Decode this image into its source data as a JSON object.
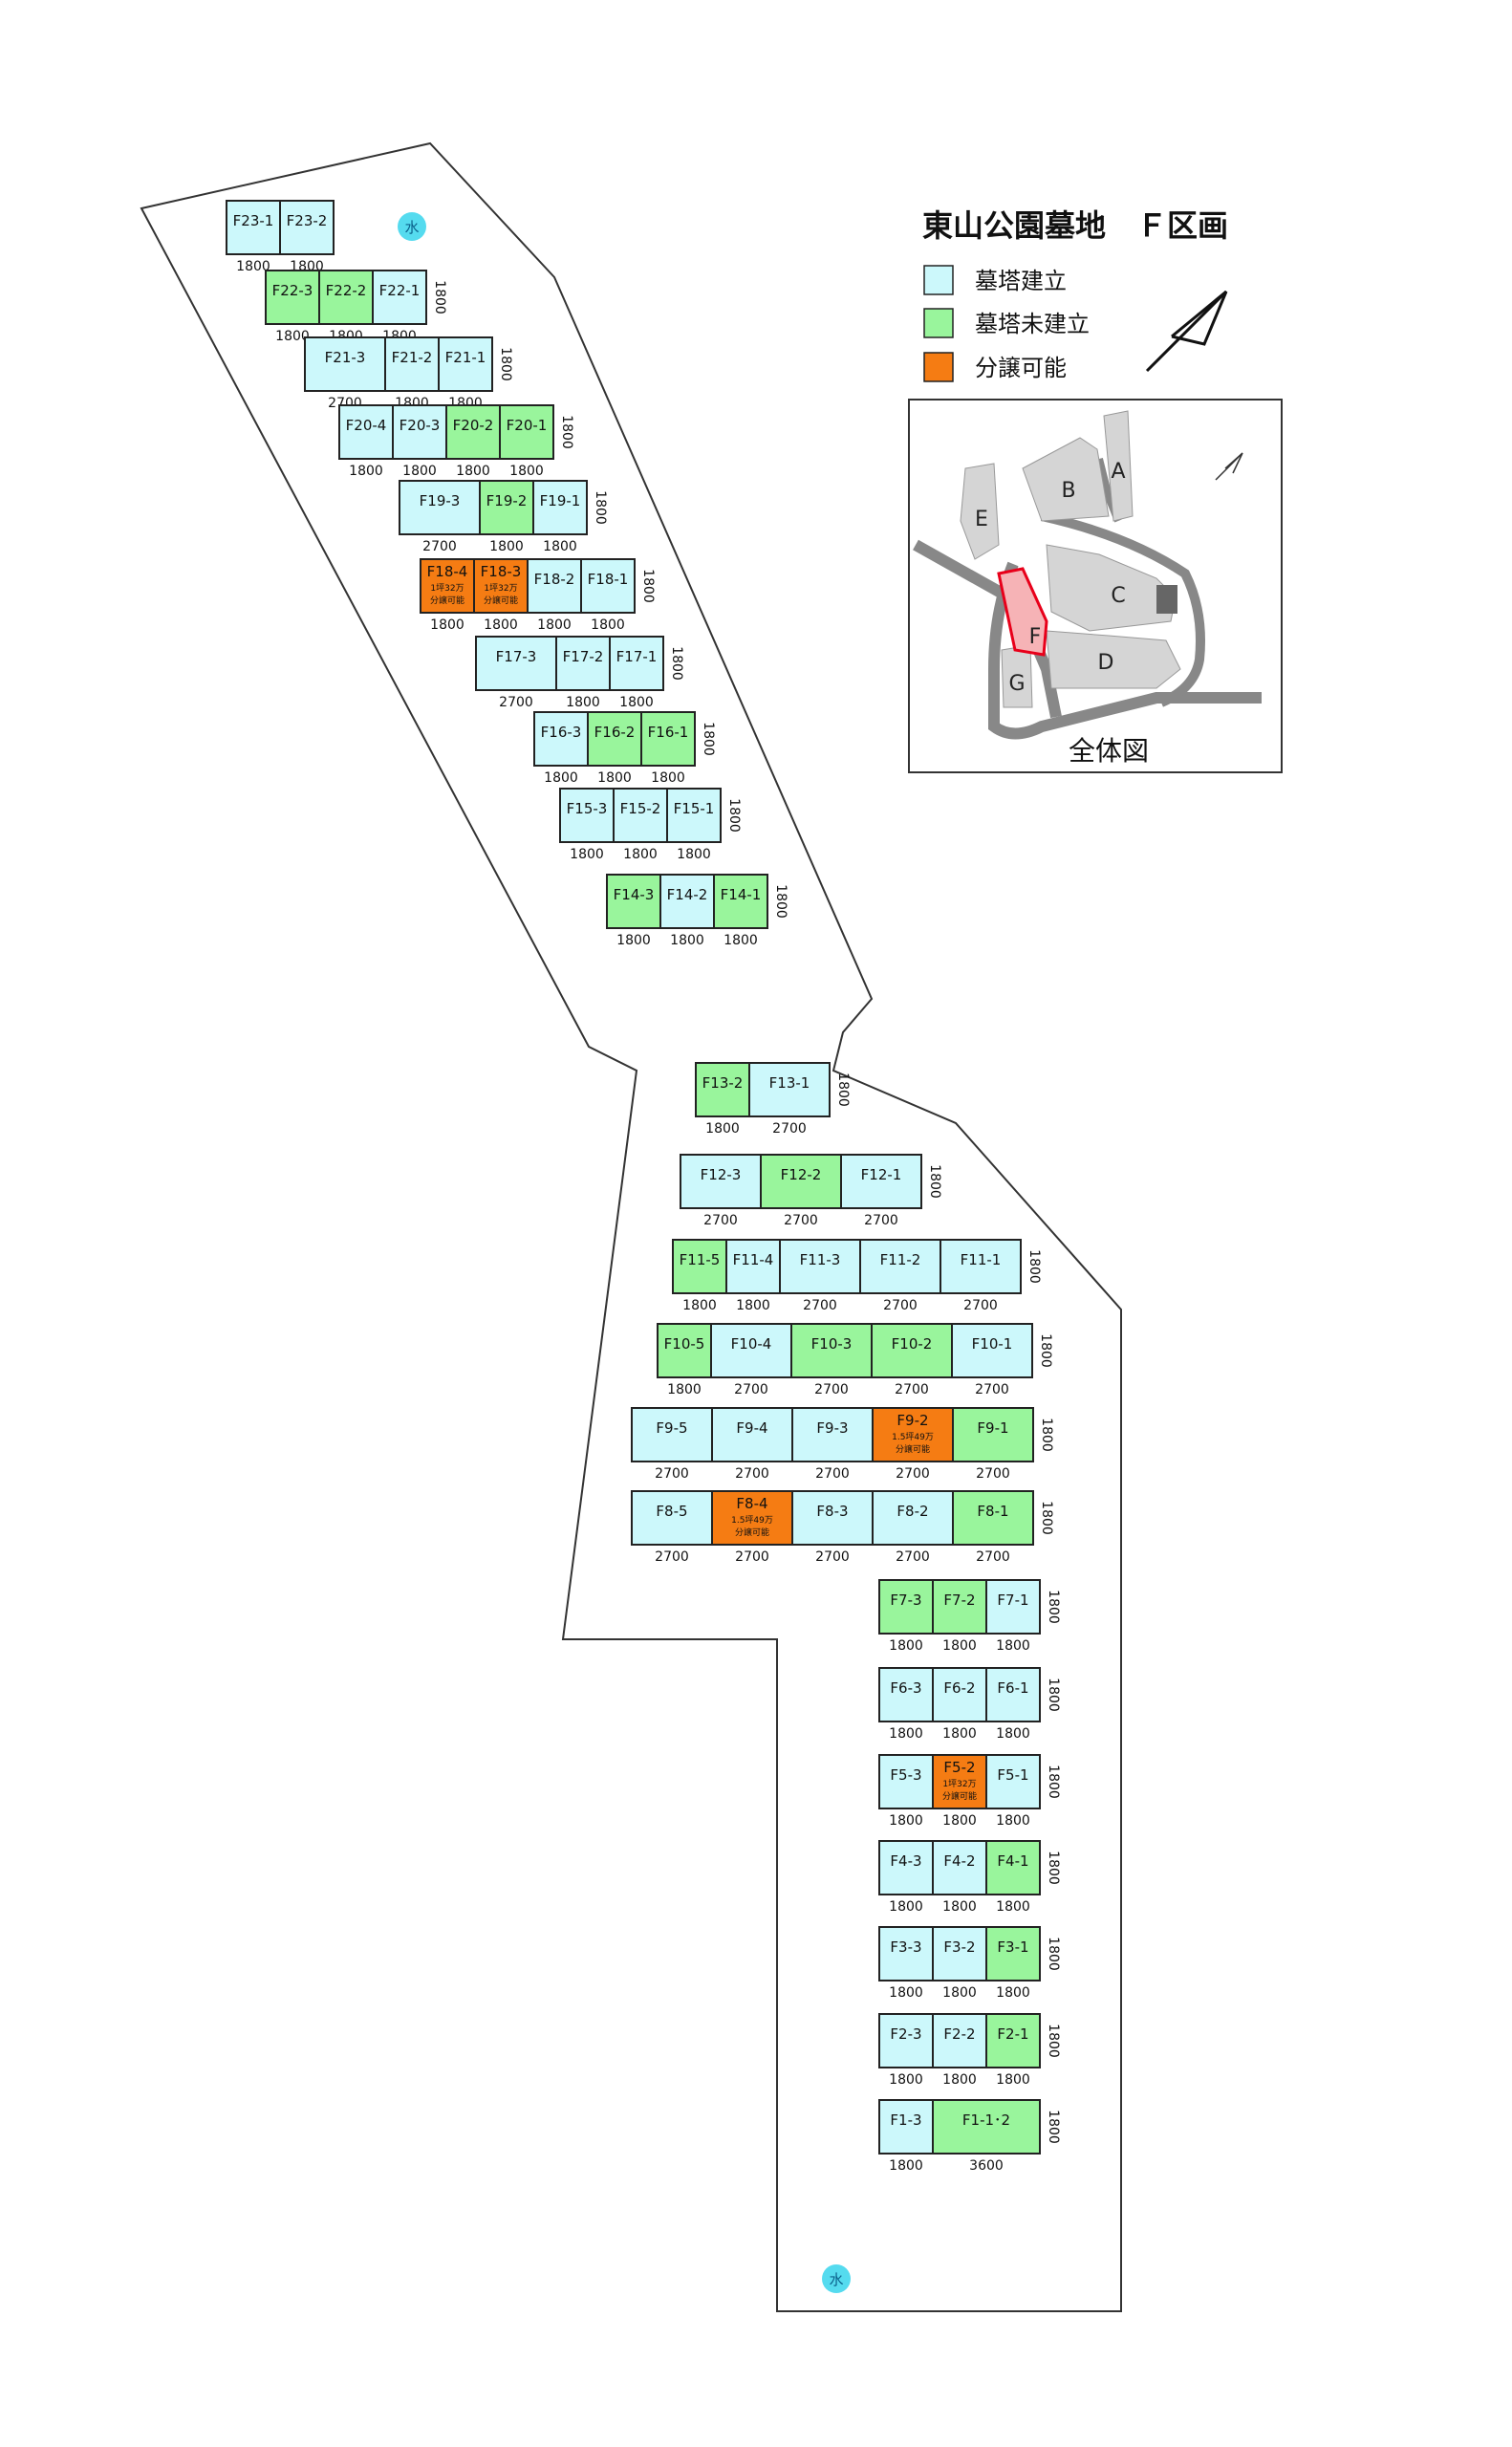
{
  "title": "東山公園墓地　Ｆ区画",
  "legend": [
    {
      "label": "墓塔建立",
      "color": "#ccf8fb"
    },
    {
      "label": "墓塔未建立",
      "color": "#99f59c"
    },
    {
      "label": "分譲可能",
      "color": "#f57c13"
    }
  ],
  "water_label": "水",
  "overview": {
    "caption": "全体図",
    "zones": [
      "A",
      "B",
      "C",
      "D",
      "E",
      "F",
      "G"
    ]
  },
  "rows": [
    {
      "plots": [
        {
          "label": "F23-1",
          "status": "built",
          "width": "1800"
        },
        {
          "label": "F23-2",
          "status": "built",
          "width": "1800"
        }
      ],
      "depth": ""
    },
    {
      "plots": [
        {
          "label": "F22-3",
          "status": "unbuilt",
          "width": "1800"
        },
        {
          "label": "F22-2",
          "status": "unbuilt",
          "width": "1800"
        },
        {
          "label": "F22-1",
          "status": "built",
          "width": "1800"
        }
      ],
      "depth": "1800"
    },
    {
      "plots": [
        {
          "label": "F21-3",
          "status": "built",
          "width": "2700"
        },
        {
          "label": "F21-2",
          "status": "built",
          "width": "1800"
        },
        {
          "label": "F21-1",
          "status": "built",
          "width": "1800"
        }
      ],
      "depth": "1800"
    },
    {
      "plots": [
        {
          "label": "F20-4",
          "status": "built",
          "width": "1800"
        },
        {
          "label": "F20-3",
          "status": "built",
          "width": "1800"
        },
        {
          "label": "F20-2",
          "status": "unbuilt",
          "width": "1800"
        },
        {
          "label": "F20-1",
          "status": "unbuilt",
          "width": "1800"
        }
      ],
      "depth": "1800"
    },
    {
      "plots": [
        {
          "label": "F19-3",
          "status": "built",
          "width": "2700"
        },
        {
          "label": "F19-2",
          "status": "unbuilt",
          "width": "1800"
        },
        {
          "label": "F19-1",
          "status": "built",
          "width": "1800"
        }
      ],
      "depth": "1800"
    },
    {
      "plots": [
        {
          "label": "F18-4",
          "status": "available",
          "width": "1800",
          "note1": "1坪32万",
          "note2": "分譲可能"
        },
        {
          "label": "F18-3",
          "status": "available",
          "width": "1800",
          "note1": "1坪32万",
          "note2": "分譲可能"
        },
        {
          "label": "F18-2",
          "status": "built",
          "width": "1800"
        },
        {
          "label": "F18-1",
          "status": "built",
          "width": "1800"
        }
      ],
      "depth": "1800"
    },
    {
      "plots": [
        {
          "label": "F17-3",
          "status": "built",
          "width": "2700"
        },
        {
          "label": "F17-2",
          "status": "built",
          "width": "1800"
        },
        {
          "label": "F17-1",
          "status": "built",
          "width": "1800"
        }
      ],
      "depth": "1800"
    },
    {
      "plots": [
        {
          "label": "F16-3",
          "status": "built",
          "width": "1800"
        },
        {
          "label": "F16-2",
          "status": "unbuilt",
          "width": "1800"
        },
        {
          "label": "F16-1",
          "status": "unbuilt",
          "width": "1800"
        }
      ],
      "depth": "1800"
    },
    {
      "plots": [
        {
          "label": "F15-3",
          "status": "built",
          "width": "1800"
        },
        {
          "label": "F15-2",
          "status": "built",
          "width": "1800"
        },
        {
          "label": "F15-1",
          "status": "built",
          "width": "1800"
        }
      ],
      "depth": "1800"
    },
    {
      "plots": [
        {
          "label": "F14-3",
          "status": "unbuilt",
          "width": "1800"
        },
        {
          "label": "F14-2",
          "status": "built",
          "width": "1800"
        },
        {
          "label": "F14-1",
          "status": "unbuilt",
          "width": "1800"
        }
      ],
      "depth": "1800"
    },
    {
      "plots": [
        {
          "label": "F13-2",
          "status": "unbuilt",
          "width": "1800"
        },
        {
          "label": "F13-1",
          "status": "built",
          "width": "2700"
        }
      ],
      "depth": "1800"
    },
    {
      "plots": [
        {
          "label": "F12-3",
          "status": "built",
          "width": "2700"
        },
        {
          "label": "F12-2",
          "status": "unbuilt",
          "width": "2700"
        },
        {
          "label": "F12-1",
          "status": "built",
          "width": "2700"
        }
      ],
      "depth": "1800"
    },
    {
      "plots": [
        {
          "label": "F11-5",
          "status": "unbuilt",
          "width": "1800"
        },
        {
          "label": "F11-4",
          "status": "built",
          "width": "1800"
        },
        {
          "label": "F11-3",
          "status": "built",
          "width": "2700"
        },
        {
          "label": "F11-2",
          "status": "built",
          "width": "2700"
        },
        {
          "label": "F11-1",
          "status": "built",
          "width": "2700"
        }
      ],
      "depth": "1800"
    },
    {
      "plots": [
        {
          "label": "F10-5",
          "status": "unbuilt",
          "width": "1800"
        },
        {
          "label": "F10-4",
          "status": "built",
          "width": "2700"
        },
        {
          "label": "F10-3",
          "status": "unbuilt",
          "width": "2700"
        },
        {
          "label": "F10-2",
          "status": "unbuilt",
          "width": "2700"
        },
        {
          "label": "F10-1",
          "status": "built",
          "width": "2700"
        }
      ],
      "depth": "1800"
    },
    {
      "plots": [
        {
          "label": "F9-5",
          "status": "built",
          "width": "2700"
        },
        {
          "label": "F9-4",
          "status": "built",
          "width": "2700"
        },
        {
          "label": "F9-3",
          "status": "built",
          "width": "2700"
        },
        {
          "label": "F9-2",
          "status": "available",
          "width": "2700",
          "note1": "1.5坪49万",
          "note2": "分譲可能"
        },
        {
          "label": "F9-1",
          "status": "unbuilt",
          "width": "2700"
        }
      ],
      "depth": "1800"
    },
    {
      "plots": [
        {
          "label": "F8-5",
          "status": "built",
          "width": "2700"
        },
        {
          "label": "F8-4",
          "status": "available",
          "width": "2700",
          "note1": "1.5坪49万",
          "note2": "分譲可能"
        },
        {
          "label": "F8-3",
          "status": "built",
          "width": "2700"
        },
        {
          "label": "F8-2",
          "status": "built",
          "width": "2700"
        },
        {
          "label": "F8-1",
          "status": "unbuilt",
          "width": "2700"
        }
      ],
      "depth": "1800"
    },
    {
      "plots": [
        {
          "label": "F7-3",
          "status": "unbuilt",
          "width": "1800"
        },
        {
          "label": "F7-2",
          "status": "unbuilt",
          "width": "1800"
        },
        {
          "label": "F7-1",
          "status": "built",
          "width": "1800"
        }
      ],
      "depth": "1800"
    },
    {
      "plots": [
        {
          "label": "F6-3",
          "status": "built",
          "width": "1800"
        },
        {
          "label": "F6-2",
          "status": "built",
          "width": "1800"
        },
        {
          "label": "F6-1",
          "status": "built",
          "width": "1800"
        }
      ],
      "depth": "1800"
    },
    {
      "plots": [
        {
          "label": "F5-3",
          "status": "built",
          "width": "1800"
        },
        {
          "label": "F5-2",
          "status": "available",
          "width": "1800",
          "note1": "1坪32万",
          "note2": "分譲可能"
        },
        {
          "label": "F5-1",
          "status": "built",
          "width": "1800"
        }
      ],
      "depth": "1800"
    },
    {
      "plots": [
        {
          "label": "F4-3",
          "status": "built",
          "width": "1800"
        },
        {
          "label": "F4-2",
          "status": "built",
          "width": "1800"
        },
        {
          "label": "F4-1",
          "status": "unbuilt",
          "width": "1800"
        }
      ],
      "depth": "1800"
    },
    {
      "plots": [
        {
          "label": "F3-3",
          "status": "built",
          "width": "1800"
        },
        {
          "label": "F3-2",
          "status": "built",
          "width": "1800"
        },
        {
          "label": "F3-1",
          "status": "unbuilt",
          "width": "1800"
        }
      ],
      "depth": "1800"
    },
    {
      "plots": [
        {
          "label": "F2-3",
          "status": "built",
          "width": "1800"
        },
        {
          "label": "F2-2",
          "status": "built",
          "width": "1800"
        },
        {
          "label": "F2-1",
          "status": "unbuilt",
          "width": "1800"
        }
      ],
      "depth": "1800"
    },
    {
      "plots": [
        {
          "label": "F1-3",
          "status": "built",
          "width": "1800"
        },
        {
          "label": "F1-1･2",
          "status": "unbuilt",
          "width": "3600"
        }
      ],
      "depth": "1800"
    }
  ]
}
